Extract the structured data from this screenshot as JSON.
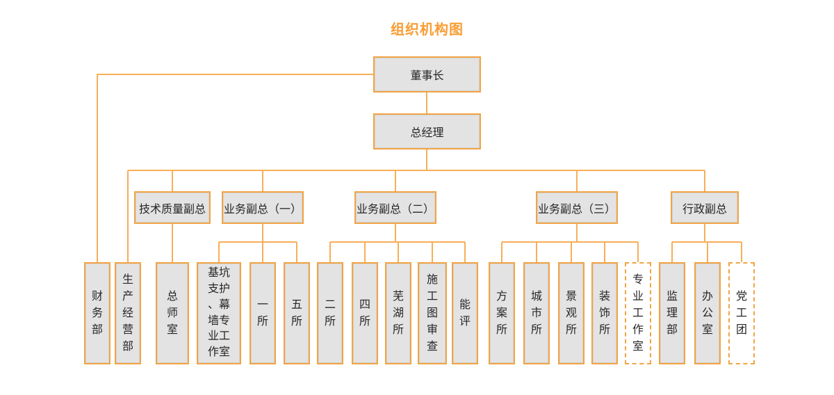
{
  "title": "组织机构图",
  "colors": {
    "accent_orange": "#F2A444",
    "line_orange": "#F7AE58",
    "title_orange": "#F99D35",
    "box_fill": "#E3E3E3",
    "text": "#262626",
    "background": "#FFFFFF"
  },
  "nodes": {
    "chairman": {
      "label": "董事长"
    },
    "general_manager": {
      "label": "总经理"
    },
    "vps": [
      {
        "label": "技术质量副总"
      },
      {
        "label": "业务副总（一）"
      },
      {
        "label": "业务副总（二）"
      },
      {
        "label": "业务副总（三）"
      },
      {
        "label": "行政副总"
      }
    ],
    "departments": [
      {
        "label": "财务部",
        "border": "solid"
      },
      {
        "label": "生产经营部",
        "border": "solid"
      },
      {
        "label": "总师室",
        "border": "solid"
      },
      {
        "label": "基坑支护、幕墙专业工作室",
        "border": "solid"
      },
      {
        "label": "一所",
        "border": "solid"
      },
      {
        "label": "五所",
        "border": "solid"
      },
      {
        "label": "二所",
        "border": "solid"
      },
      {
        "label": "四所",
        "border": "solid"
      },
      {
        "label": "芜湖所",
        "border": "solid"
      },
      {
        "label": "施工图审查",
        "border": "solid"
      },
      {
        "label": "能评",
        "border": "solid"
      },
      {
        "label": "方案所",
        "border": "solid"
      },
      {
        "label": "城市所",
        "border": "solid"
      },
      {
        "label": "景观所",
        "border": "solid"
      },
      {
        "label": "装饰所",
        "border": "solid"
      },
      {
        "label": "专业工作室",
        "border": "dashed"
      },
      {
        "label": "监理部",
        "border": "solid"
      },
      {
        "label": "办公室",
        "border": "solid"
      },
      {
        "label": "党工团",
        "border": "dashed"
      }
    ]
  },
  "hierarchy": {
    "edges": [
      {
        "from": "董事长",
        "to": "总经理"
      },
      {
        "from": "董事长",
        "to": "财务部"
      },
      {
        "from": "总经理",
        "to": "生产经营部"
      },
      {
        "from": "总经理",
        "to": "技术质量副总"
      },
      {
        "from": "总经理",
        "to": "业务副总（一）"
      },
      {
        "from": "总经理",
        "to": "业务副总（二）"
      },
      {
        "from": "总经理",
        "to": "业务副总（三）"
      },
      {
        "from": "总经理",
        "to": "行政副总"
      },
      {
        "from": "技术质量副总",
        "to": "总师室"
      },
      {
        "from": "业务副总（一）",
        "to": "基坑支护、幕墙专业工作室"
      },
      {
        "from": "业务副总（一）",
        "to": "一所"
      },
      {
        "from": "业务副总（一）",
        "to": "五所"
      },
      {
        "from": "业务副总（二）",
        "to": "二所"
      },
      {
        "from": "业务副总（二）",
        "to": "四所"
      },
      {
        "from": "业务副总（二）",
        "to": "芜湖所"
      },
      {
        "from": "业务副总（二）",
        "to": "施工图审查"
      },
      {
        "from": "业务副总（二）",
        "to": "能评"
      },
      {
        "from": "业务副总（三）",
        "to": "方案所"
      },
      {
        "from": "业务副总（三）",
        "to": "城市所"
      },
      {
        "from": "业务副总（三）",
        "to": "景观所"
      },
      {
        "from": "业务副总（三）",
        "to": "装饰所"
      },
      {
        "from": "业务副总（三）",
        "to": "专业工作室"
      },
      {
        "from": "行政副总",
        "to": "监理部"
      },
      {
        "from": "行政副总",
        "to": "办公室"
      },
      {
        "from": "行政副总",
        "to": "党工团"
      }
    ]
  }
}
